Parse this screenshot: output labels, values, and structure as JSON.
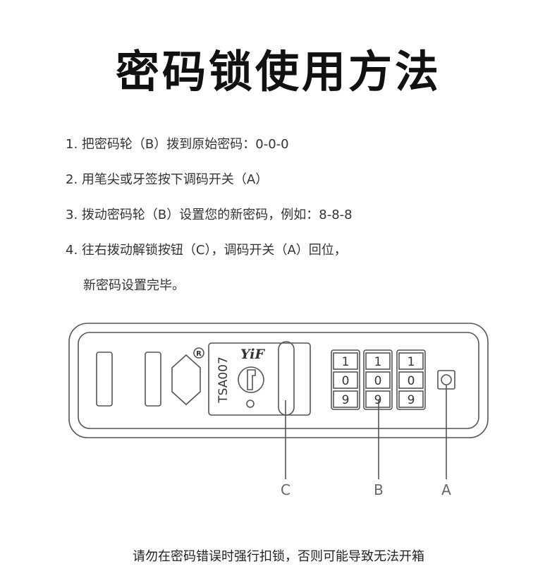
{
  "title": "密码锁使用方法",
  "steps": [
    "1. 把密码轮（B）拨到原始密码：0-0-0",
    "2. 用笔尖或牙签按下调码开关（A）",
    "3. 拨动密码轮（B）设置您的新密码，例如：8-8-8",
    "4. 往右拨动解锁按钮（C），调码开关（A）回位，",
    "新密码设置完毕。"
  ],
  "lock": {
    "model": "TSA007",
    "brand": "YiF",
    "registered_mark": "R",
    "wheels": [
      [
        "1",
        "0",
        "9"
      ],
      [
        "1",
        "0",
        "9"
      ],
      [
        "1",
        "0",
        "9"
      ]
    ]
  },
  "callouts": {
    "c": "C",
    "b": "B",
    "a": "A"
  },
  "warning": "请勿在密码错误时强行扣锁，否则可能导致无法开箱"
}
